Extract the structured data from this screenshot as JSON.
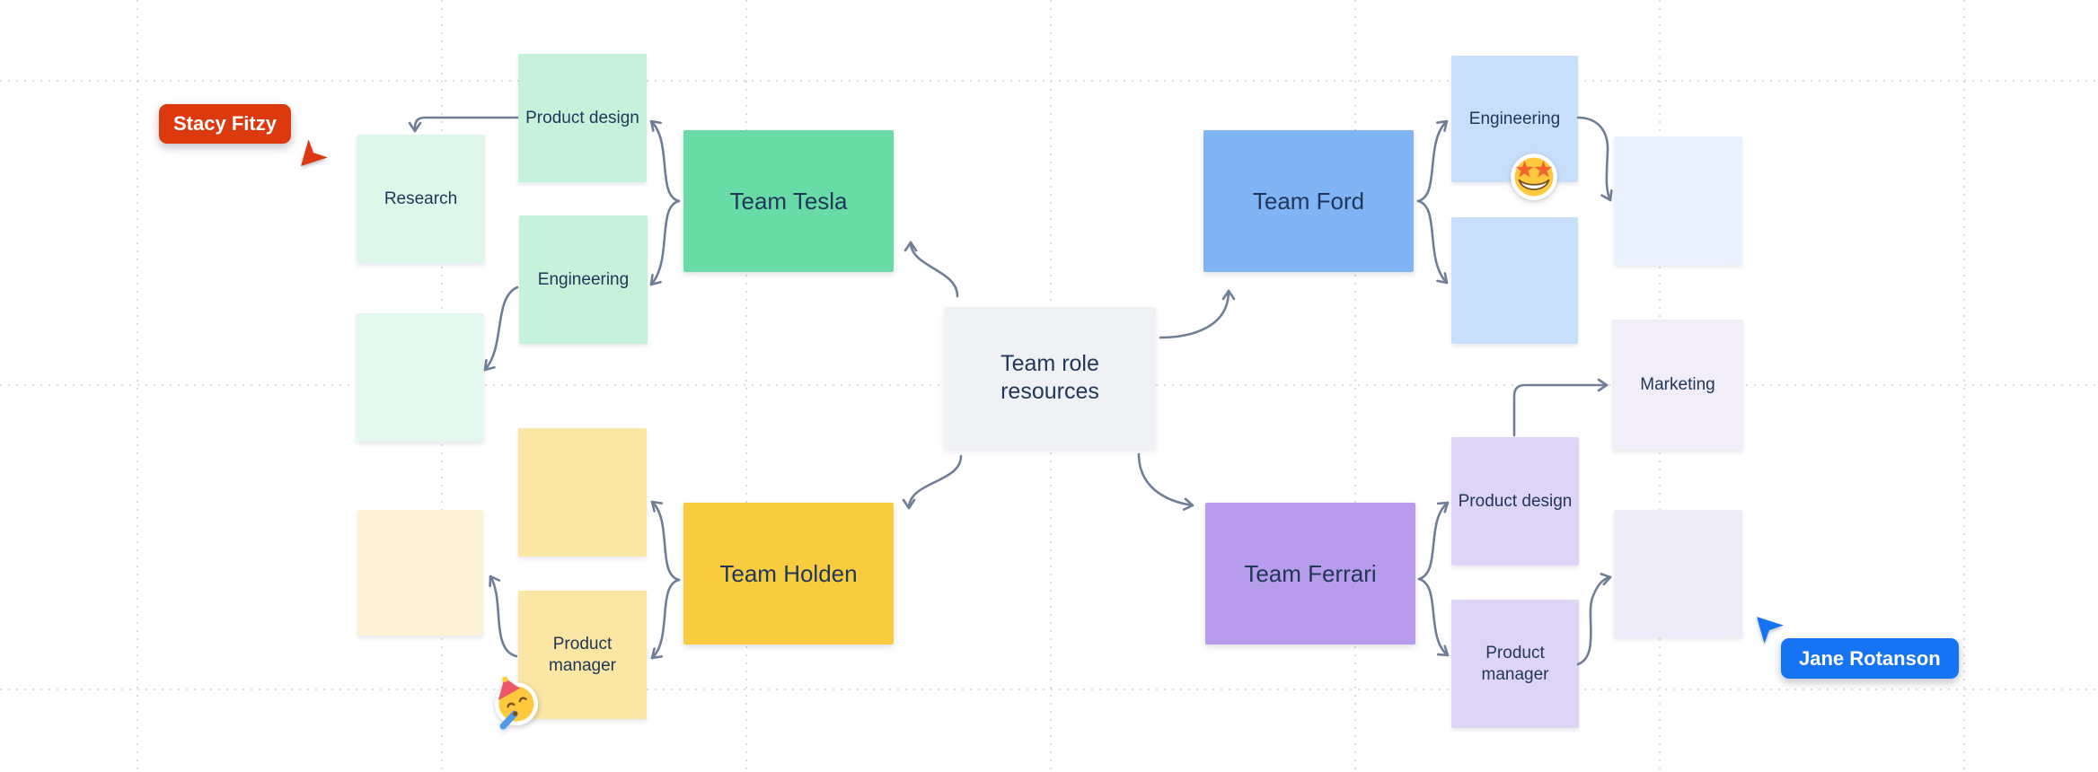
{
  "board": {
    "background": "#ffffff",
    "grid_line_color": "#d9dce1",
    "connector_color": "#6f7e96",
    "text_color": "#21375a"
  },
  "center_node": {
    "label": "Team role resources",
    "bg": "#eff1f4"
  },
  "teams": {
    "tesla": {
      "label": "Team Tesla",
      "bg": "#68dba6"
    },
    "ford": {
      "label": "Team Ford",
      "bg": "#80b4f5"
    },
    "holden": {
      "label": "Team Holden",
      "bg": "#f9cc3f"
    },
    "ferrari": {
      "label": "Team Ferrari",
      "bg": "#b89cec"
    }
  },
  "stickies": {
    "tesla_product_design": {
      "label": "Product design",
      "bg": "#c6f2dc"
    },
    "tesla_engineering": {
      "label": "Engineering",
      "bg": "#c6f2dc"
    },
    "tesla_research": {
      "label": "Research",
      "bg": "#dff7ea"
    },
    "tesla_blank": {
      "label": "",
      "bg": "#e5f8ef"
    },
    "holden_blank_top": {
      "label": "",
      "bg": "#fbe6a3"
    },
    "holden_product_manager": {
      "label": "Product manager",
      "bg": "#fbe6a3"
    },
    "holden_blank_left": {
      "label": "",
      "bg": "#fcf2d6"
    },
    "ford_engineering": {
      "label": "Engineering",
      "bg": "#c8dffb"
    },
    "ford_blank": {
      "label": "",
      "bg": "#c8dffb"
    },
    "ford_blank_right": {
      "label": "",
      "bg": "#e8f1fd"
    },
    "ferrari_product_design": {
      "label": "Product design",
      "bg": "#ded4f6"
    },
    "ferrari_product_manager": {
      "label": "Product manager",
      "bg": "#ded4f6"
    },
    "ferrari_marketing": {
      "label": "Marketing",
      "bg": "#f1eefa"
    },
    "ferrari_blank": {
      "label": "",
      "bg": "#efecf9"
    }
  },
  "collaborators": {
    "stacy": {
      "name": "Stacy Fitzy",
      "color": "#dc390e"
    },
    "jane": {
      "name": "Jane Rotanson",
      "color": "#1673f2"
    }
  },
  "emojis": {
    "star_struck": {
      "name": "star-struck face sticker",
      "char": "🤩"
    },
    "partying_face": {
      "name": "partying face sticker",
      "char": "🥳"
    }
  }
}
